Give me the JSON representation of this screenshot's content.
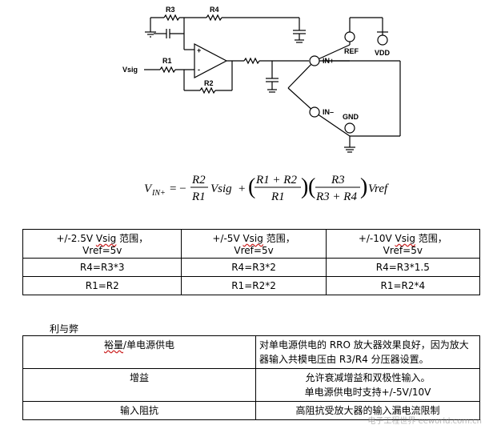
{
  "circuit": {
    "labels": {
      "r3": "R3",
      "r4": "R4",
      "r1": "R1",
      "r2": "R2",
      "vsig": "Vsig",
      "in_plus": "IN+",
      "in_minus": "IN–",
      "ref": "REF",
      "vdd": "VDD",
      "gnd": "GND",
      "op_plus": "+",
      "op_minus": "-"
    }
  },
  "formula": {
    "lhs": "V",
    "lhs_sub": "IN+",
    "eq": "= −",
    "frac1_num": "R2",
    "frac1_den": "R1",
    "vsig": "Vsig",
    "plus": "+",
    "frac2_num": "R1 + R2",
    "frac2_den": "R1",
    "frac3_num": "R3",
    "frac3_den": "R3 + R4",
    "vref": "Vref"
  },
  "table1": {
    "rows": [
      [
        {
          "a": "+/-2.5V ",
          "u": "Vsig",
          "b": " 范围，",
          "line2": "Vref=5v"
        },
        {
          "a": "+/-5V ",
          "u": "Vsig",
          "b": " 范围，",
          "line2": "Vref=5v"
        },
        {
          "a": "+/-10V ",
          "u": "Vsig",
          "b": " 范围，",
          "line2": "Vref=5v"
        }
      ],
      [
        "R4=R3*3",
        "R4=R3*2",
        "R4=R3*1.5"
      ],
      [
        "R1=R2",
        "R1=R2*2",
        "R1=R2*4"
      ]
    ]
  },
  "section_title": "利与弊",
  "table2": {
    "rows": [
      {
        "left_u": "裕量",
        "left_rest": "/单电源供电",
        "right": "对单电源供电的 RRO 放大器效果良好，因为放大器输入共模电压由 R3/R4 分压器设置。"
      },
      {
        "left": "增益",
        "right_l1": "允许衰减增益和双极性输入。",
        "right_l2": "单电源供电时支持+/-5V/10V"
      },
      {
        "left": "输入阻抗",
        "right": "高阻抗受放大器的输入漏电流限制"
      }
    ]
  },
  "watermark": "电子工程世界 eeworld.com.cn"
}
